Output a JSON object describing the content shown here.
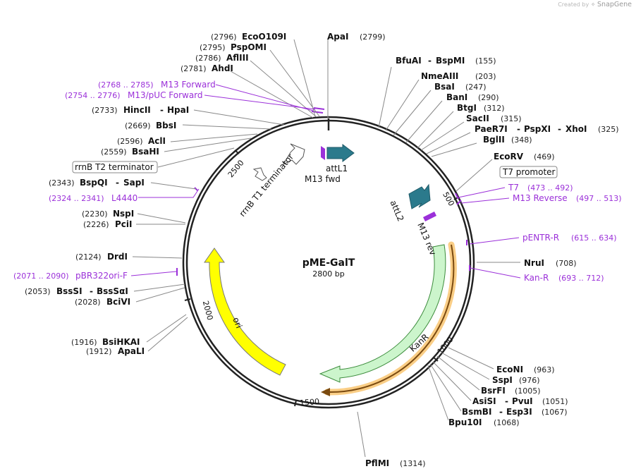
{
  "brand": {
    "prefix": "Created by",
    "name": "SnapGene"
  },
  "plasmid": {
    "name": "pME-GalT",
    "size": "2800 bp"
  },
  "ticks": [
    "500",
    "1000",
    "1500",
    "2000",
    "2500"
  ],
  "enzymes": [
    {
      "pos": "(2796)",
      "name": "EcoO109I"
    },
    {
      "pos": "(2799)",
      "name": "ApaI"
    },
    {
      "pos": "(2795)",
      "name": "PspOMI"
    },
    {
      "pos": "(2786)",
      "name": "AflIII"
    },
    {
      "pos": "(2781)",
      "name": "AhdI"
    },
    {
      "pos": "(155)",
      "name": "BfuAI",
      "alt": "BspMI"
    },
    {
      "pos": "(203)",
      "name": "NmeAIII"
    },
    {
      "pos": "(247)",
      "name": "BsaI"
    },
    {
      "pos": "(290)",
      "name": "BanI"
    },
    {
      "pos": "(312)",
      "name": "BtgI"
    },
    {
      "pos": "(315)",
      "name": "SacII"
    },
    {
      "pos": "(325)",
      "name": "PaeR7I",
      "alt": "PspXI",
      "alt2": "XhoI"
    },
    {
      "pos": "(348)",
      "name": "BglII"
    },
    {
      "pos": "(469)",
      "name": "EcoRV"
    },
    {
      "pos": "(2733)",
      "name": "HincII",
      "alt": "HpaI"
    },
    {
      "pos": "(2669)",
      "name": "BbsI"
    },
    {
      "pos": "(2596)",
      "name": "AclI"
    },
    {
      "pos": "(2559)",
      "name": "BsaHI"
    },
    {
      "pos": "(2343)",
      "name": "BspQI",
      "alt": "SapI"
    },
    {
      "pos": "(2230)",
      "name": "NspI"
    },
    {
      "pos": "(2226)",
      "name": "PciI"
    },
    {
      "pos": "(2124)",
      "name": "DrdI"
    },
    {
      "pos": "(2053)",
      "name": "BssSI",
      "alt": "BssSαI"
    },
    {
      "pos": "(2028)",
      "name": "BciVI"
    },
    {
      "pos": "(1916)",
      "name": "BsiHKAI"
    },
    {
      "pos": "(1912)",
      "name": "ApaLI"
    },
    {
      "pos": "(708)",
      "name": "NruI"
    },
    {
      "pos": "(963)",
      "name": "EcoNI"
    },
    {
      "pos": "(976)",
      "name": "SspI"
    },
    {
      "pos": "(1005)",
      "name": "BsrFI"
    },
    {
      "pos": "(1051)",
      "name": "AsiSI",
      "alt": "PvuI"
    },
    {
      "pos": "(1067)",
      "name": "BsmBI",
      "alt": "Esp3I"
    },
    {
      "pos": "(1068)",
      "name": "Bpu10I"
    },
    {
      "pos": "(1314)",
      "name": "PflMI"
    }
  ],
  "primers": [
    {
      "range": "(2768 .. 2785)",
      "name": "M13 Forward"
    },
    {
      "range": "(2754 .. 2776)",
      "name": "M13/pUC Forward"
    },
    {
      "range": "(2324 .. 2341)",
      "name": "L4440"
    },
    {
      "range": "(2071 .. 2090)",
      "name": "pBR322ori-F"
    },
    {
      "name": "T7",
      "range": "(473 .. 492)"
    },
    {
      "name": "M13 Reverse",
      "range": "(497 .. 513)"
    },
    {
      "name": "pENTR-R",
      "range": "(615 .. 634)"
    },
    {
      "name": "Kan-R",
      "range": "(693 .. 712)"
    }
  ],
  "boxed_labels": [
    "T7 promoter",
    "rrnB T2 terminator"
  ],
  "features": [
    "attL1",
    "M13 fwd",
    "rrnB T1 terminator",
    "attL2",
    "M13 rev",
    "KanR",
    "ori"
  ],
  "colors": {
    "primer": "#9b30d9",
    "att": "#2b7a8c",
    "kanr_fill": "#ccf5cc",
    "kanr_stroke": "#3c8c3c",
    "ori": "#ffff00",
    "orf_outline": "#f5a623",
    "orf_arrow": "#7a4a10"
  }
}
